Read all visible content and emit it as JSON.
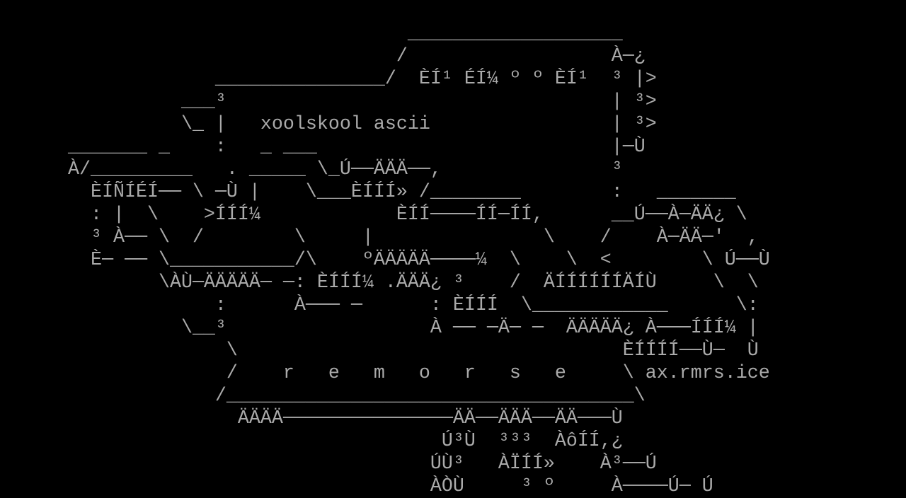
{
  "colors": {
    "background": "#000000",
    "text": "#aaaaaa"
  },
  "art": {
    "title": "xoolskool ascii",
    "logo_word": "r   e   m   o   r   s   e",
    "signature": "ax.rmrs.ice"
  },
  "rows": [
    "",
    "                                    ___________________",
    "                                   /                  À─¿",
    "                   _______________/  ÈÍ¹ ÉÍ¼ º º ÈÍ¹  ³ |>",
    "                ___³                                  | ³>",
    "                \\_ |   xoolskool ascii                | ³>",
    "      _______ _    :   _ ___                          |─Ù",
    "      À/_________   . _____ \\_Ú──ÄÄÄ──,               ³",
    "        ÈÍÑÍÉÍ── \\ ─Ù |    \\___ÈÍÍÍ» /________        :   _______",
    "        : |  \\    >ÍÍÍ¼            ÈÍÍ────ÍÍ─ÍÍ,      __Ú──À─ÄÄ¿ \\",
    "        ³ À── \\  /        \\     |               \\    /    À─ÄÄ─'  ,",
    "        È─ ── \\___________/\\    ºÄÄÄÄÄ────¼  \\    \\  <        \\ Ú──Ù",
    "              \\ÀÙ─ÄÄÄÄÄ─ ─: ÈÍÍÍ¼ .ÄÄÄ¿ ³    /  ÄÍÍÍÍÍÍÄÍÙ     \\  \\",
    "                   :      À─── ─      : ÈÍÍÍ  \\____________      \\:",
    "                \\__³                  À ── ─Ä─ ─  ÄÄÄÄÄ¿ À───ÍÍÍ¼ |",
    "                    \\                                  ÈÍÍÍÍ──Ù─  Ù",
    "                    /    r   e   m   o   r   s   e     \\ ax.rmrs.ice",
    "                   /____________________________________\\",
    "                     ÄÄÄÄ───────────────ÄÄ──ÄÄÄ──ÄÄ───Ù",
    "                                       Ú³Ù  ³³³  ÀôÍÍ,¿",
    "                                      ÚÙ³   ÀÏÍÍ»    À³──Ú",
    "                                      ÀÒÙ     ³ º     À────Ú─ Ú"
  ]
}
